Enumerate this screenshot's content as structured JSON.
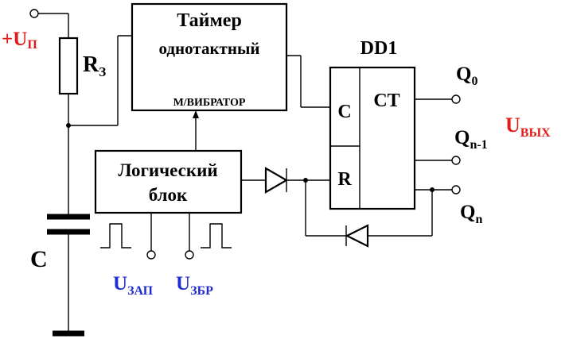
{
  "supply": {
    "plus_label": "+U",
    "plus_sub": "П"
  },
  "resistor": {
    "label": "R",
    "sub": "З"
  },
  "capacitor": {
    "label": "C"
  },
  "timer": {
    "line1": "Таймер",
    "line2": "однотактный",
    "line3": "М/ВИБРАТОР"
  },
  "logic": {
    "line1": "Логический",
    "line2": "блок"
  },
  "counter": {
    "name": "DD1",
    "clock_label": "C",
    "reset_label": "R",
    "type_label": "CT"
  },
  "outputs": {
    "q0": "Q",
    "q0_sub": "0",
    "qn1": "Q",
    "qn1_sub": "n-1",
    "qn": "Q",
    "qn_sub": "n",
    "uout": "U",
    "uout_sub": "ВЫХ"
  },
  "inputs": {
    "zap": "U",
    "zap_sub": "ЗАП",
    "zbr": "U",
    "zbr_sub": "ЗБР"
  },
  "colors": {
    "supply_label": "#e21b1b",
    "output_label": "#e21b1b",
    "input_label": "#1f2ccf"
  }
}
